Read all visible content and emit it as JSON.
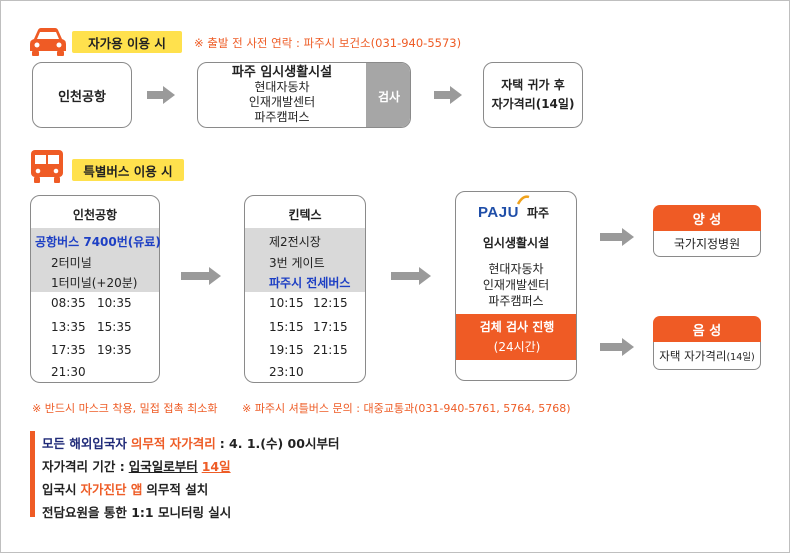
{
  "car_section": {
    "tag": "자가용 이용 시",
    "note": "※ 출발 전 사전 연락 : 파주시 보건소(031-940-5573)",
    "airport": "인천공항",
    "facility_title": "파주 임시생활시설",
    "facility_lines": [
      "현대자동차",
      "인재개발센터",
      "파주캠퍼스"
    ],
    "test_label": "검사",
    "home_lines": [
      "자택 귀가 후",
      "자가격리(14일)"
    ]
  },
  "bus_section": {
    "tag": "특별버스 이용 시",
    "airport_box": {
      "title": "인천공항",
      "rows": [
        "공항버스 7400번(유료)",
        "2터미널",
        "1터미널(+20분)"
      ],
      "times": [
        [
          "08:35",
          "10:35"
        ],
        [
          "13:35",
          "15:35"
        ],
        [
          "17:35",
          "19:35"
        ],
        [
          "21:30",
          ""
        ]
      ]
    },
    "kintex_box": {
      "title": "킨텍스",
      "rows": [
        "제2전시장",
        "3번 게이트",
        "파주시 전세버스"
      ],
      "times": [
        [
          "10:15",
          "12:15"
        ],
        [
          "15:15",
          "17:15"
        ],
        [
          "19:15",
          "21:15"
        ],
        [
          "23:10",
          ""
        ]
      ]
    },
    "facility_box": {
      "logo_text": "PAJU",
      "logo_suffix": "파주",
      "title": "임시생활시설",
      "lines": [
        "현대자동차",
        "인재개발센터",
        "파주캠퍼스"
      ],
      "test_title": "검체 검사 진행",
      "test_sub": "(24시간)"
    },
    "positive": {
      "label": "양 성",
      "result": "국가지정병원"
    },
    "negative": {
      "label": "음 성",
      "result": "자택 자가격리",
      "result_small": "(14일)"
    },
    "note_mask": "※ 반드시 마스크 착용, 밀접 접촉 최소화",
    "note_shuttle": "※ 파주시 셔틀버스 문의 : 대중교통과(031-940-5761, 5764, 5768)"
  },
  "bottom": {
    "line1_a": "모든 해외입국자",
    "line1_b": "의무적 자가격리",
    "line1_c": ": 4. 1.(수) 00시부터",
    "line2_a": "자가격리 기간 :",
    "line2_b": "입국일로부터",
    "line2_c": "14일",
    "line3_a": "입국시",
    "line3_b": "자가진단 앱",
    "line3_c": "의무적 설치",
    "line4": "전담요원을 통한 1:1 모니터링 실시"
  },
  "colors": {
    "accent": "#ef5b25",
    "tag": "#ffe14d",
    "blue": "#1d3fc4",
    "navy": "#1f2a78",
    "gray": "#d9d9d9"
  }
}
